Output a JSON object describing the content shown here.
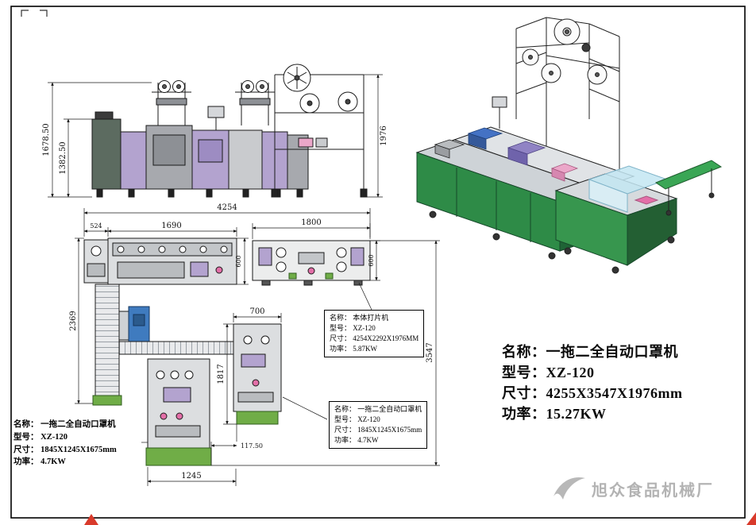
{
  "annotation_boxes": {
    "punch_machine": {
      "lines": [
        "名称： 本体打片机",
        "型号： XZ-120",
        "尺寸： 4254X2292X1976MM",
        "功率： 5.87KW"
      ]
    },
    "mask_machine_mid": {
      "lines": [
        "名称： 一拖二全自动口罩机",
        "型号： XZ-120",
        "尺寸： 1845X1245X1675mm",
        "功率： 4.7KW"
      ]
    },
    "mask_machine_left": {
      "lines": [
        "名称： 一拖二全自动口罩机",
        "型号： XZ-120",
        "尺寸： 1845X1245X1675mm",
        "功率： 4.7KW"
      ]
    },
    "main_spec": {
      "lines": [
        "名称：一拖二全自动口罩机",
        "型号：XZ-120",
        "尺寸：4255X3547X1976mm",
        "功率：15.27KW"
      ]
    }
  },
  "dimensions": {
    "front_total_height": "1678.50",
    "front_body_height": "1382.50",
    "front_right_height": "1976",
    "plan_total_width": "4254",
    "plan_seg_left": "524",
    "plan_seg_mid": "1690",
    "plan_sub_width": "1800",
    "plan_machine_depth": "600",
    "plan_sub_depth": "600",
    "plan_conveyor_length": "2369",
    "plan_unit_b_width": "700",
    "plan_unit_b_length": "1817",
    "plan_total_depth": "3547",
    "plan_offset": "117.50",
    "plan_unit_a_width": "1245"
  },
  "watermark": {
    "text": "旭众食品机械厂"
  },
  "colors": {
    "cabinet_green": "#2e8b47",
    "belt_green": "#70ad47",
    "accent_purple": "#b3a3cf",
    "accent_blue": "#3f7bbf",
    "accent_pink": "#e36fa8",
    "watermark_gray": "#b3b3b3",
    "artifact_red": "#d93a2b"
  }
}
